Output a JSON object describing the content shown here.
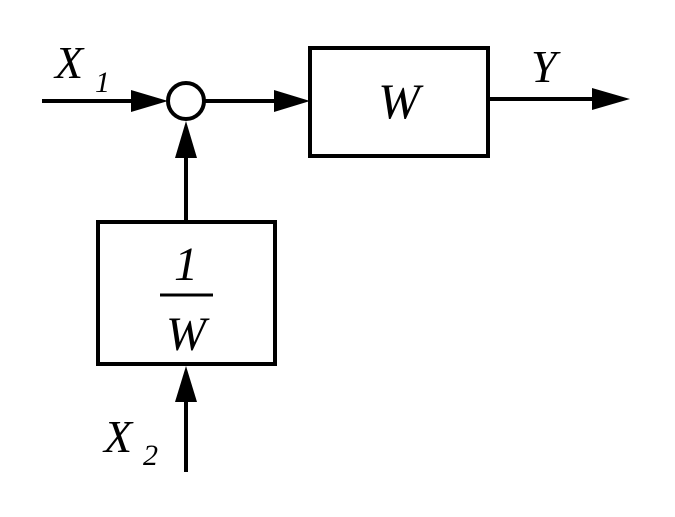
{
  "labels": {
    "x1": "X",
    "x1_sub": "1",
    "y": "Y",
    "x2": "X",
    "x2_sub": "2",
    "forward_block": "W",
    "feedback_num": "1",
    "feedback_den": "W"
  }
}
